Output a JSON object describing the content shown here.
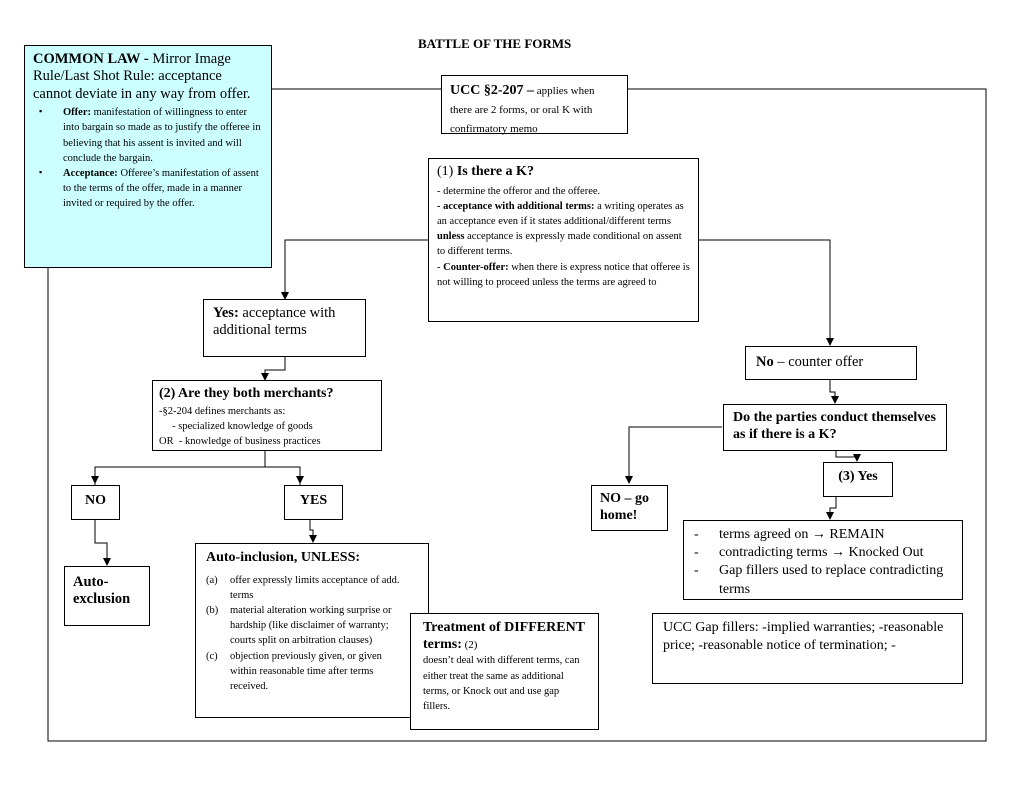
{
  "title": "BATTLE OF THE FORMS",
  "common_law": {
    "heading": "COMMON LAW -",
    "text": " Mirror Image Rule/Last Shot Rule:  acceptance cannot deviate in any way from offer.",
    "bullets": [
      {
        "term": "Offer:",
        "text": "  manifestation of willingness to enter into bargain so made as to justify the offeree in believing that his assent is invited and will conclude the bargain."
      },
      {
        "term": "Acceptance:",
        "text": "  Offeree’s manifestation of assent to the terms of the offer, made in a manner invited or required by the offer."
      }
    ]
  },
  "ucc": {
    "heading": "UCC §2-207 –",
    "text": " applies when there are 2 forms, or oral K with  confirmatory memo"
  },
  "is_k": {
    "num": "(1)",
    "heading": "  Is there a K?",
    "line1": "-  determine the offeror and the offeree.",
    "line2_bold": "-  acceptance with additional terms:",
    "line2a": "  a writing operates as an acceptance even if it states additional/different terms  ",
    "line2_unless": "unless",
    "line2b": " acceptance is expressly made conditional on assent to different terms.",
    "line3_pre": "-  ",
    "line3_bold": "Counter-offer:",
    "line3": "  when there is express notice that offeree is not willing to proceed unless the terms are agreed to"
  },
  "yes_box": {
    "bold": "Yes:",
    "text": " acceptance with additional terms"
  },
  "merchants": {
    "heading": "(2) Are they both merchants?",
    "line1": "-§2-204 defines merchants as:",
    "line2": "     - specialized knowledge of goods",
    "line3": "OR  - knowledge of business practices"
  },
  "no_left": "NO",
  "yes_right": "YES",
  "auto_exclusion": "Auto-exclusion",
  "auto_inclusion": {
    "heading": "Auto-inclusion, UNLESS:",
    "items": [
      {
        "marker": "(a)",
        "text": "offer expressly limits acceptance of add. terms"
      },
      {
        "marker": "(b)",
        "text": "material alteration working surprise or hardship (like disclaimer of warranty; courts split on arbitration clauses)"
      },
      {
        "marker": "(c)",
        "text": "objection previously given, or given within reasonable time after terms received."
      }
    ]
  },
  "different_terms": {
    "heading": "Treatment of DIFFERENT terms:",
    "num": "  (2)",
    "text": "doesn’t deal with different terms, can either treat the same as additional terms, or Knock out and use gap fillers."
  },
  "no_counter": {
    "bold": "No",
    "text": " – counter offer"
  },
  "conduct": "Do the parties conduct themselves as if there is a K?",
  "no_go_home": "NO – go home!",
  "yes3": "(3) Yes",
  "results": [
    {
      "marker": "-",
      "text": "terms agreed on → REMAIN"
    },
    {
      "marker": "-",
      "text": "contradicting terms → Knocked Out"
    },
    {
      "marker": "-",
      "text": "Gap fillers used to replace contradicting terms"
    }
  ],
  "gap_fillers": "UCC Gap fillers:  -implied warranties; -reasonable price; -reasonable notice of termination; -"
}
